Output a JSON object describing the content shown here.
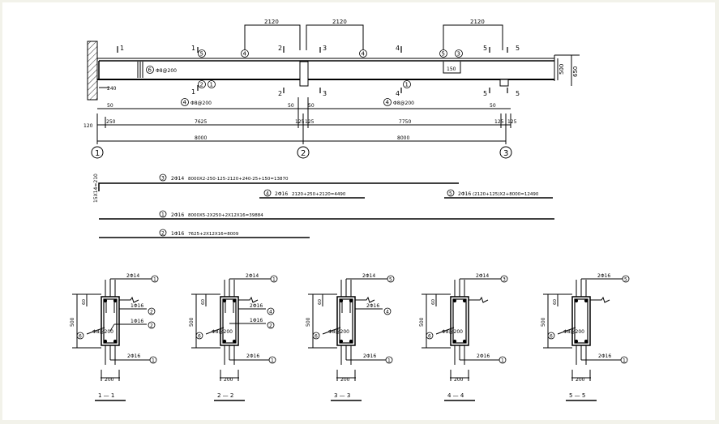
{
  "elevation": {
    "dims_top": [
      "2120",
      "2120",
      "2120"
    ],
    "dim_150": "150",
    "dims_height": [
      "500",
      "650"
    ],
    "section_marks": [
      "1",
      "2",
      "3",
      "4",
      "5"
    ],
    "stirrup_top": "Φ8@200",
    "stirrup_mid1": "Φ8@200",
    "stirrup_mid2": "Φ8@200",
    "dim_240": "240",
    "dims_50": [
      "50",
      "50",
      "50",
      "50"
    ],
    "dims_row": [
      "120",
      "250",
      "7625",
      "125",
      "125",
      "7750",
      "125",
      "125"
    ],
    "spans": [
      "8000",
      "8000"
    ],
    "axes": [
      "1",
      "2",
      "3"
    ],
    "bubbles": [
      "6",
      "5",
      "4",
      "4",
      "5",
      "3",
      "1",
      "2",
      "1",
      "4",
      "4"
    ]
  },
  "bars": {
    "hook_label": "15X14=210",
    "b3": {
      "no": "3",
      "spec": "2Φ14",
      "formula": "8000X2-250-125-2120+240-25+150=13870"
    },
    "b4": {
      "no": "4",
      "spec": "2Φ16",
      "formula": "2120+250+2120=4490"
    },
    "b5": {
      "no": "5",
      "spec": "2Φ16",
      "formula": "(2120+125)X2+8000=12490"
    },
    "b1": {
      "no": "1",
      "spec": "2Φ16",
      "formula": "8000X5-2X250+2X12X16=39884"
    },
    "b2": {
      "no": "2",
      "spec": "1Φ16",
      "formula": "7625+2X12X16=8009"
    }
  },
  "sections": [
    {
      "title": "1-1",
      "top": "2Φ14",
      "top_no": "1",
      "mid": "1Φ16",
      "mid_no": "2",
      "stir": "Φ8@200",
      "stir_no": "6",
      "bot": "2Φ16",
      "bot_no": "1",
      "h": "500",
      "cover": "60",
      "w": "200"
    },
    {
      "title": "2-2",
      "top": "2Φ14",
      "top_no": "1",
      "mid": "2Φ16",
      "mid_no": "4",
      "mid2": "1Φ16",
      "mid2_no": "2",
      "stir": "Φ8@200",
      "stir_no": "6",
      "bot": "2Φ16",
      "bot_no": "1",
      "h": "500",
      "cover": "60",
      "w": "200"
    },
    {
      "title": "3-3",
      "top": "2Φ14",
      "top_no": "5",
      "mid": "2Φ16",
      "mid_no": "4",
      "stir": "Φ8@200",
      "stir_no": "6",
      "bot": "2Φ16",
      "bot_no": "1",
      "h": "500",
      "cover": "60",
      "w": "200"
    },
    {
      "title": "4-4",
      "top": "2Φ14",
      "top_no": "3",
      "stir": "Φ8@200",
      "stir_no": "6",
      "bot": "2Φ16",
      "bot_no": "1",
      "h": "500",
      "cover": "60",
      "w": "200"
    },
    {
      "title": "5-5",
      "top": "2Φ16",
      "top_no": "5",
      "stir": "Φ8@200",
      "stir_no": "6",
      "bot": "2Φ16",
      "bot_no": "1",
      "h": "500",
      "cover": "60",
      "w": "200"
    }
  ]
}
